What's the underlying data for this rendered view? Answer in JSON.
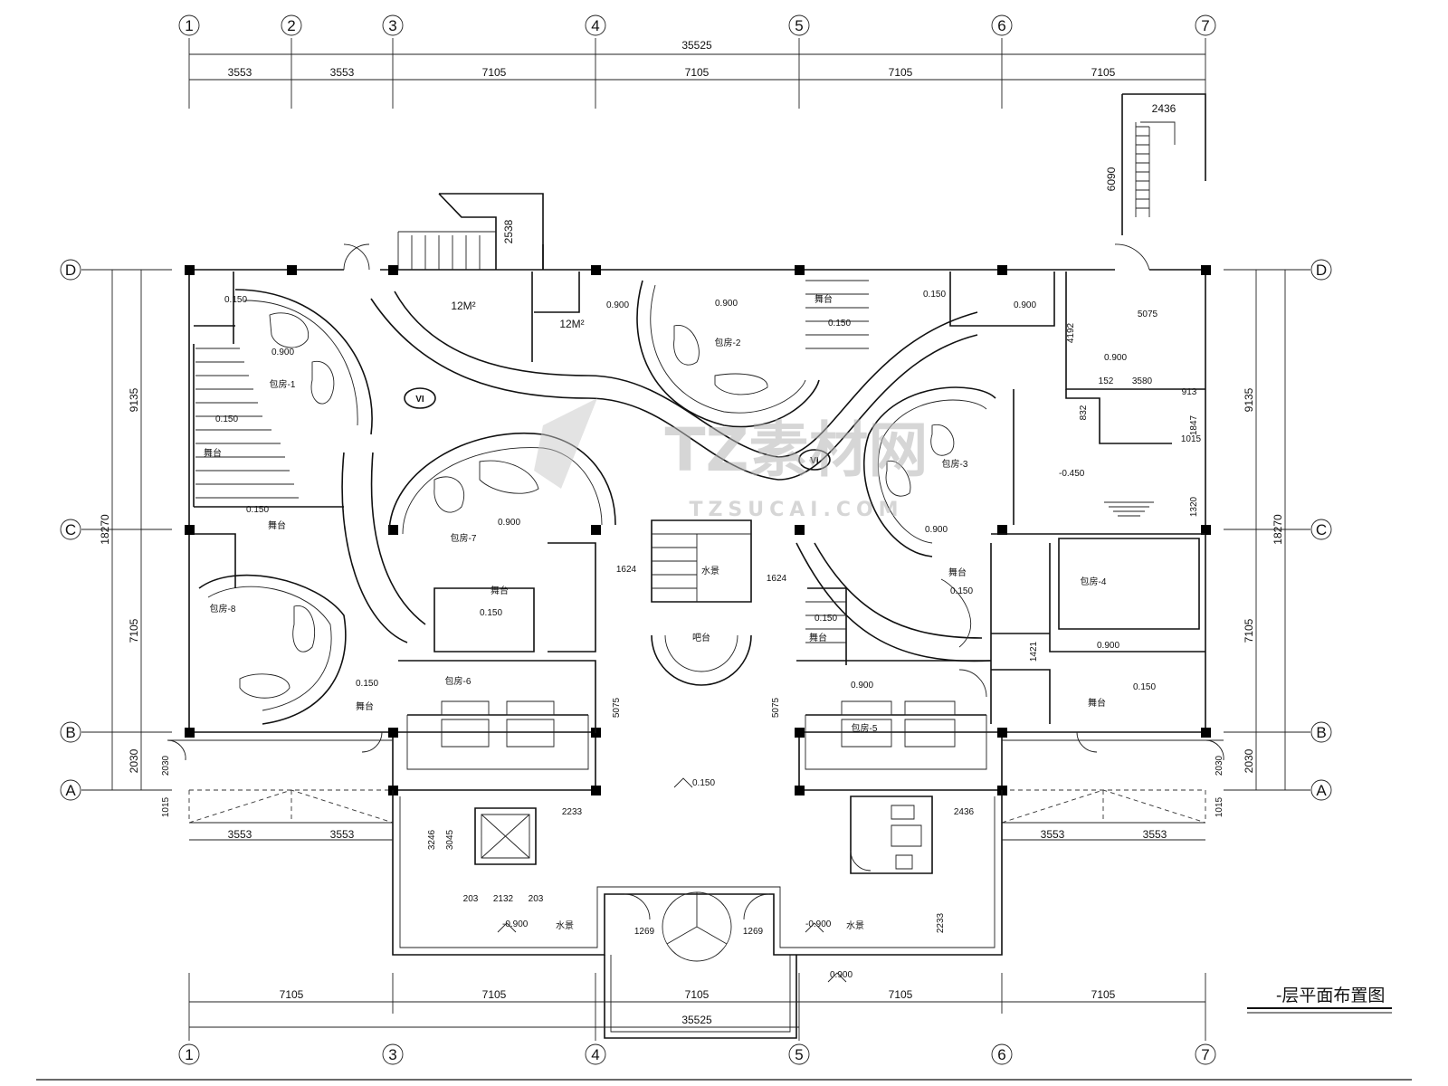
{
  "grid": {
    "columns": [
      "1",
      "2",
      "3",
      "4",
      "5",
      "6",
      "7"
    ],
    "bottom_columns": [
      "1",
      "3",
      "4",
      "5",
      "6",
      "7"
    ],
    "rows": [
      "D",
      "C",
      "B",
      "A"
    ]
  },
  "dims": {
    "top_total": "35525",
    "top_segments": [
      "3553",
      "3553",
      "7105",
      "7105",
      "7105",
      "7105"
    ],
    "bottom_segments": [
      "7105",
      "7105",
      "7105",
      "7105",
      "7105"
    ],
    "bottom_total": "35525",
    "left_total": "18270",
    "left_segments": [
      "9135",
      "7105",
      "2030"
    ],
    "right_total": "18270",
    "right_segments": [
      "9135",
      "7105",
      "2030"
    ],
    "stair_top_right": "2436",
    "stair_top_right_height": "6090",
    "stair_top_mid": "2538",
    "lower_left_segments": [
      "3553",
      "3553"
    ],
    "lower_right_segments": [
      "3553",
      "3553"
    ],
    "side_1015": "1015",
    "side_2030": "2030",
    "center_1624": "1624",
    "center_5075": "5075",
    "entrance_2233": "2233",
    "entrance_2436": "2436",
    "entrance_3246": "3246",
    "entrance_3045": "3045",
    "lift_2132": "2132",
    "lift_203": "203",
    "door_1269": "1269",
    "right_1421": "1421",
    "right_4192": "4192",
    "right_5075": "5075",
    "right_3580": "3580",
    "right_913": "913",
    "right_1847": "1847",
    "right_1015": "1015",
    "right_1320": "1320",
    "right_152": "152",
    "right_832": "832"
  },
  "labels": {
    "room_12a": "12M²",
    "room_12b": "12M²",
    "platform": "舞台",
    "counter": "吧台",
    "scene": "水景",
    "vi": "VI",
    "box1": "包房-1",
    "box2": "包房-2",
    "box3": "包房-3",
    "box4": "包房-4",
    "box5": "包房-5",
    "box6": "包房-6",
    "box7": "包房-7",
    "box8": "包房-8",
    "elev_0150": "0.150",
    "elev_0900": "0.900",
    "elev_m0450": "-0.450",
    "elev_m0900": "-0.900"
  },
  "watermark": {
    "cn": "TZ素材网",
    "en": "TZSUCAI.COM"
  },
  "drawing_title": "-层平面布置图"
}
